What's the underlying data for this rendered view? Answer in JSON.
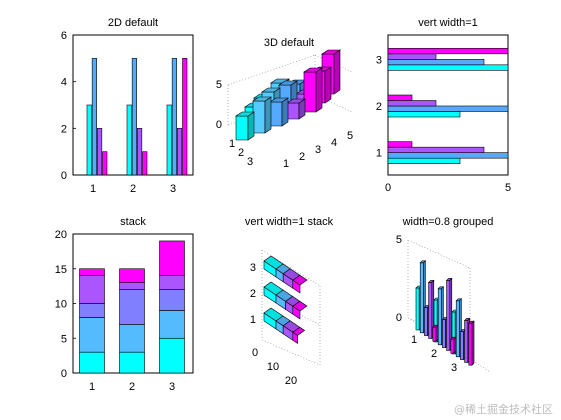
{
  "palette": [
    "#00ffff",
    "#55aaff",
    "#aa55ff",
    "#ff00ff"
  ],
  "watermark": "@稀土掘金技术社区",
  "chart_data": [
    {
      "id": "c1",
      "type": "bar",
      "title": "2D default",
      "orientation": "vertical",
      "grouped": true,
      "categories": [
        "1",
        "2",
        "3"
      ],
      "series": [
        {
          "values": [
            3,
            3,
            3
          ]
        },
        {
          "values": [
            5,
            5,
            5
          ]
        },
        {
          "values": [
            2,
            2,
            2
          ]
        },
        {
          "values": [
            1,
            1,
            5
          ]
        }
      ],
      "ylim": [
        0,
        6
      ],
      "yticks": [
        "0",
        "2",
        "4",
        "6"
      ]
    },
    {
      "id": "c2",
      "type": "bar",
      "title": "3D default",
      "style": "3d",
      "categories": [
        "1",
        "2",
        "3"
      ],
      "columns": [
        "1",
        "2",
        "3",
        "4",
        "5"
      ],
      "values": [
        [
          3,
          4,
          3,
          2,
          5
        ],
        [
          3,
          4,
          4,
          2,
          4
        ],
        [
          3,
          4,
          3,
          3,
          5
        ]
      ],
      "zlim": [
        0,
        5
      ],
      "zticks": [
        "0",
        "5"
      ]
    },
    {
      "id": "c3",
      "type": "bar",
      "title": "vert width=1",
      "orientation": "horizontal",
      "grouped": true,
      "categories": [
        "1",
        "2",
        "3"
      ],
      "series": [
        {
          "values": [
            3,
            3,
            5
          ]
        },
        {
          "values": [
            5,
            5,
            4
          ]
        },
        {
          "values": [
            4,
            2,
            2
          ]
        },
        {
          "values": [
            1,
            1,
            5
          ]
        }
      ],
      "xlim": [
        0,
        5
      ],
      "xticks": [
        "0",
        "5"
      ]
    },
    {
      "id": "c4",
      "type": "bar",
      "title": "stack",
      "orientation": "vertical",
      "stacked": true,
      "categories": [
        "1",
        "2",
        "3"
      ],
      "series": [
        {
          "values": [
            3,
            3,
            5
          ]
        },
        {
          "values": [
            5,
            4,
            4
          ]
        },
        {
          "values": [
            2,
            5,
            3
          ]
        },
        {
          "values": [
            4,
            1,
            2
          ]
        },
        {
          "values": [
            1,
            2,
            5
          ]
        }
      ],
      "ylim": [
        0,
        20
      ],
      "yticks": [
        "0",
        "5",
        "10",
        "15",
        "20"
      ]
    },
    {
      "id": "c5",
      "type": "bar",
      "title": "vert width=1 stack",
      "style": "3d",
      "stacked": true,
      "orientation": "horizontal",
      "categories": [
        "1",
        "2",
        "3"
      ],
      "series": [
        {
          "values": [
            5,
            5,
            5
          ]
        },
        {
          "values": [
            3,
            4,
            3
          ]
        },
        {
          "values": [
            4,
            3,
            4
          ]
        },
        {
          "values": [
            2,
            3,
            3
          ]
        }
      ],
      "xticks": [
        "0",
        "10",
        "20"
      ]
    },
    {
      "id": "c6",
      "type": "bar",
      "title": "width=0.8 grouped",
      "style": "3d",
      "grouped": true,
      "categories": [
        "1",
        "2",
        "3"
      ],
      "series": [
        {
          "values": [
            3,
            3,
            3
          ]
        },
        {
          "values": [
            5,
            4,
            4
          ]
        },
        {
          "values": [
            2,
            2,
            2
          ]
        },
        {
          "values": [
            4,
            5,
            3
          ]
        },
        {
          "values": [
            1,
            1,
            3
          ]
        }
      ],
      "zticks": [
        "0",
        "5"
      ]
    }
  ]
}
